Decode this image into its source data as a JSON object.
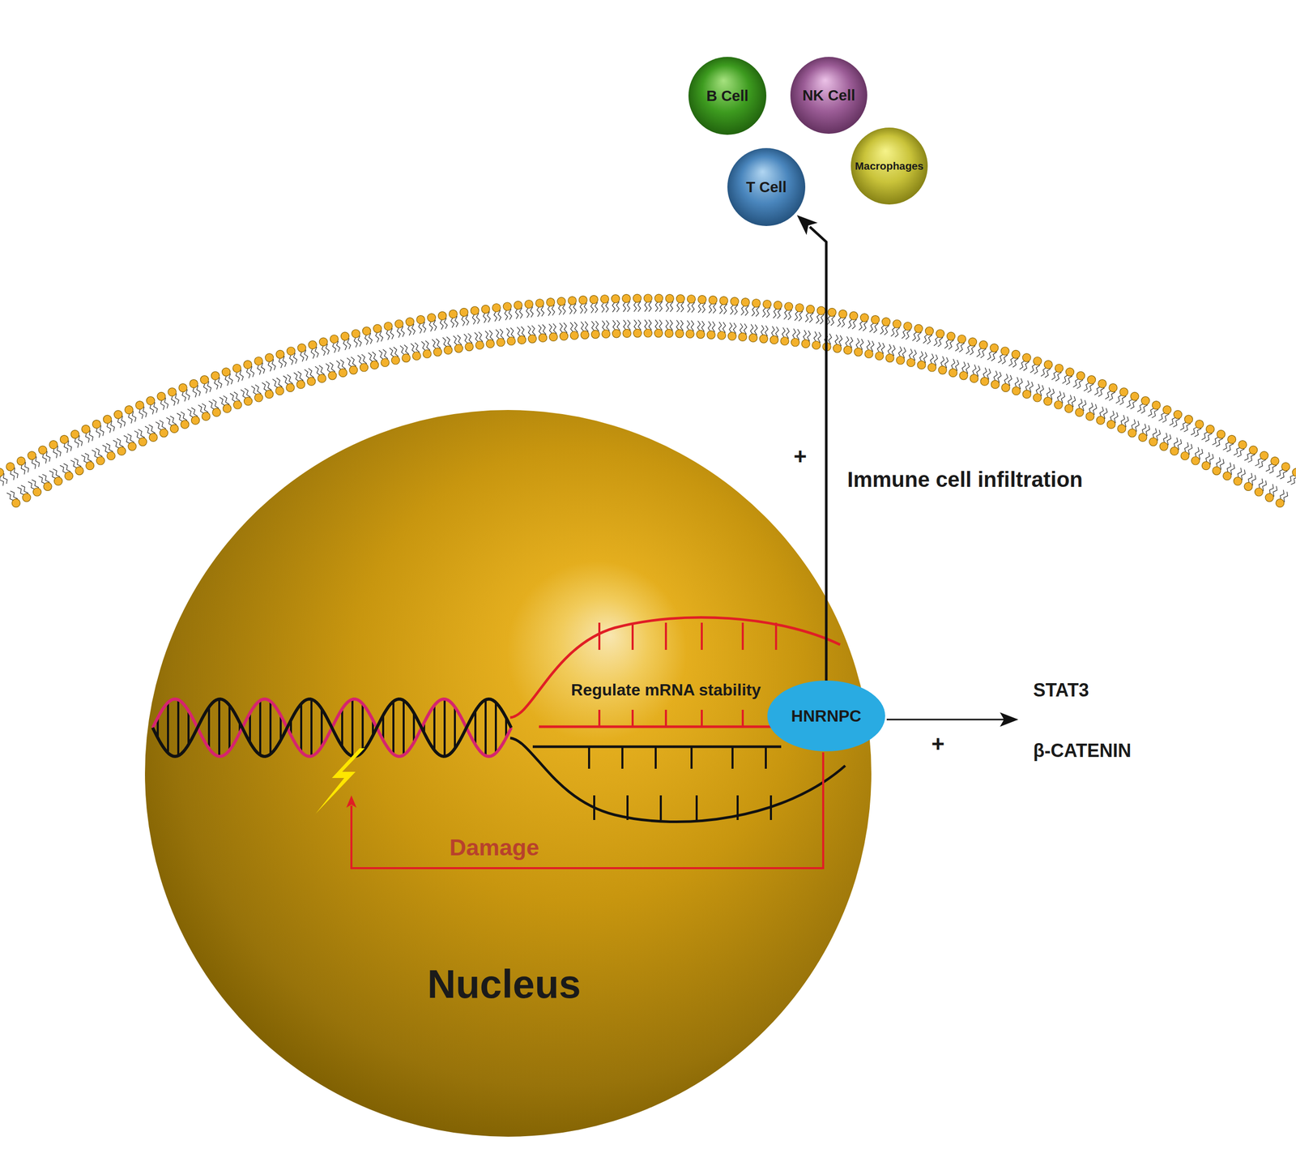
{
  "diagram": {
    "nodes": [
      {
        "text": [
          "B Cell"
        ]
      },
      {
        "text": [
          "NK Cell"
        ]
      },
      {
        "text": [
          "T Cell"
        ]
      },
      {
        "text": [
          "Macrophages"
        ]
      },
      {
        "text": [
          "Nucleus"
        ]
      },
      {
        "text": [
          "HNRNPC"
        ],
        "in": 4
      }
    ],
    "edges": [
      {
        "from": 5,
        "to": 2,
        "arrow": "to"
      }
    ],
    "labels": [
      "+",
      "Immune cell infiltration",
      "Regulate mRNA stability",
      "STAT3",
      "+",
      "β-CATENIN",
      "Damage"
    ]
  }
}
